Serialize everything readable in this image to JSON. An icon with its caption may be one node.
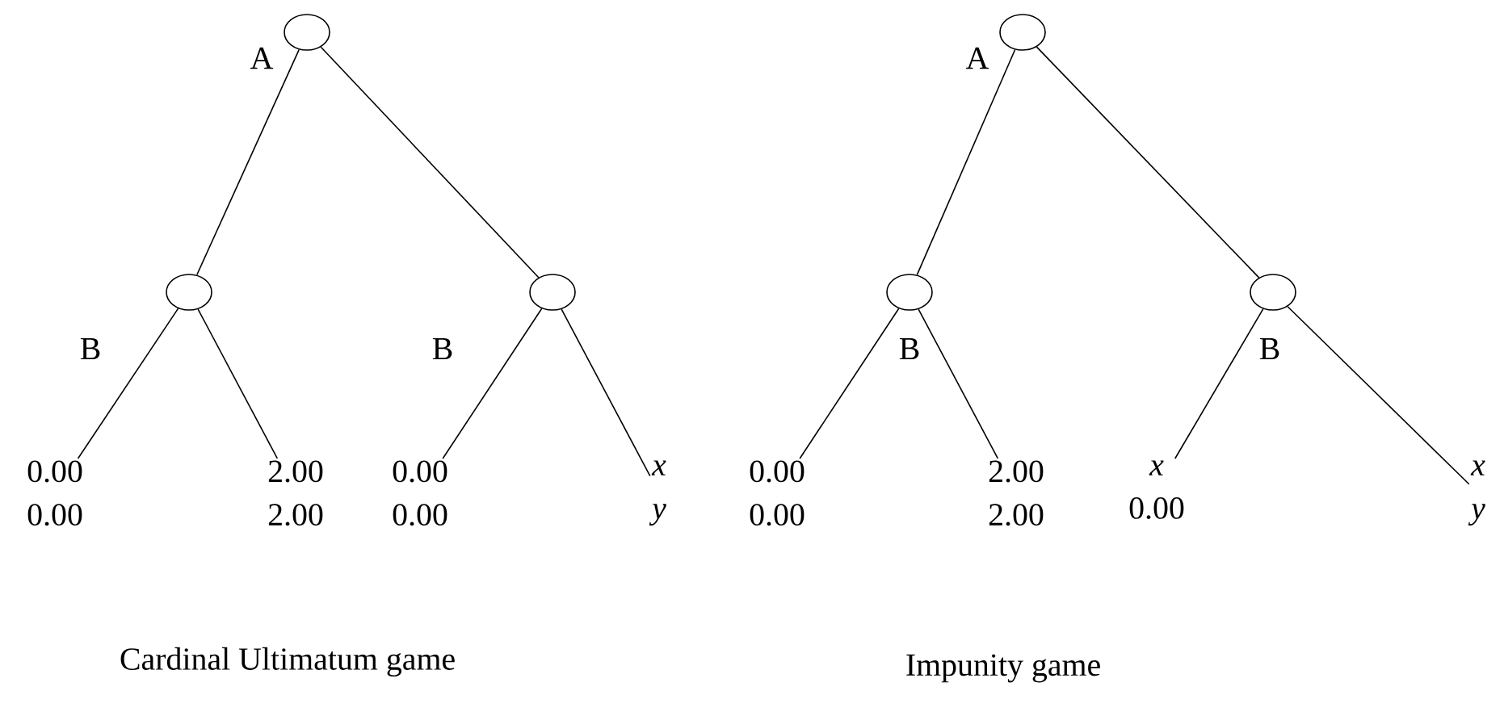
{
  "diagram": {
    "nodes": [
      {
        "text": [],
        "shape": "circle",
        "beside": [
          "A"
        ]
      },
      {
        "text": [],
        "shape": "circle",
        "beside": [
          "B"
        ]
      },
      {
        "text": [],
        "shape": "circle",
        "beside": [
          "B"
        ]
      },
      {
        "text": [
          "0.00",
          "0.00"
        ]
      },
      {
        "text": [
          "2.00",
          "2.00"
        ]
      },
      {
        "text": [
          "0.00",
          "0.00"
        ]
      },
      {
        "text": [
          "x",
          "y"
        ]
      },
      {
        "text": [],
        "shape": "circle",
        "beside": [
          "A"
        ]
      },
      {
        "text": [],
        "shape": "circle",
        "beside": [
          "B"
        ]
      },
      {
        "text": [],
        "shape": "circle",
        "beside": [
          "B"
        ]
      },
      {
        "text": [
          "0.00",
          "0.00"
        ]
      },
      {
        "text": [
          "2.00",
          "2.00"
        ]
      },
      {
        "text": [
          "x",
          "0.00"
        ]
      },
      {
        "text": [
          "x",
          "y"
        ]
      }
    ],
    "edges": [
      {
        "from": 0,
        "to": 1,
        "arrow": "none"
      },
      {
        "from": 0,
        "to": 2,
        "arrow": "none"
      },
      {
        "from": 1,
        "to": 3,
        "arrow": "none"
      },
      {
        "from": 1,
        "to": 4,
        "arrow": "none"
      },
      {
        "from": 2,
        "to": 5,
        "arrow": "none"
      },
      {
        "from": 2,
        "to": 6,
        "arrow": "none"
      },
      {
        "from": 7,
        "to": 8,
        "arrow": "none"
      },
      {
        "from": 7,
        "to": 9,
        "arrow": "none"
      },
      {
        "from": 8,
        "to": 10,
        "arrow": "none"
      },
      {
        "from": 8,
        "to": 11,
        "arrow": "none"
      },
      {
        "from": 9,
        "to": 12,
        "arrow": "none"
      },
      {
        "from": 9,
        "to": 13,
        "arrow": "none"
      }
    ],
    "labels": [
      "Cardinal Ultimatum game",
      "Impunity game"
    ]
  }
}
